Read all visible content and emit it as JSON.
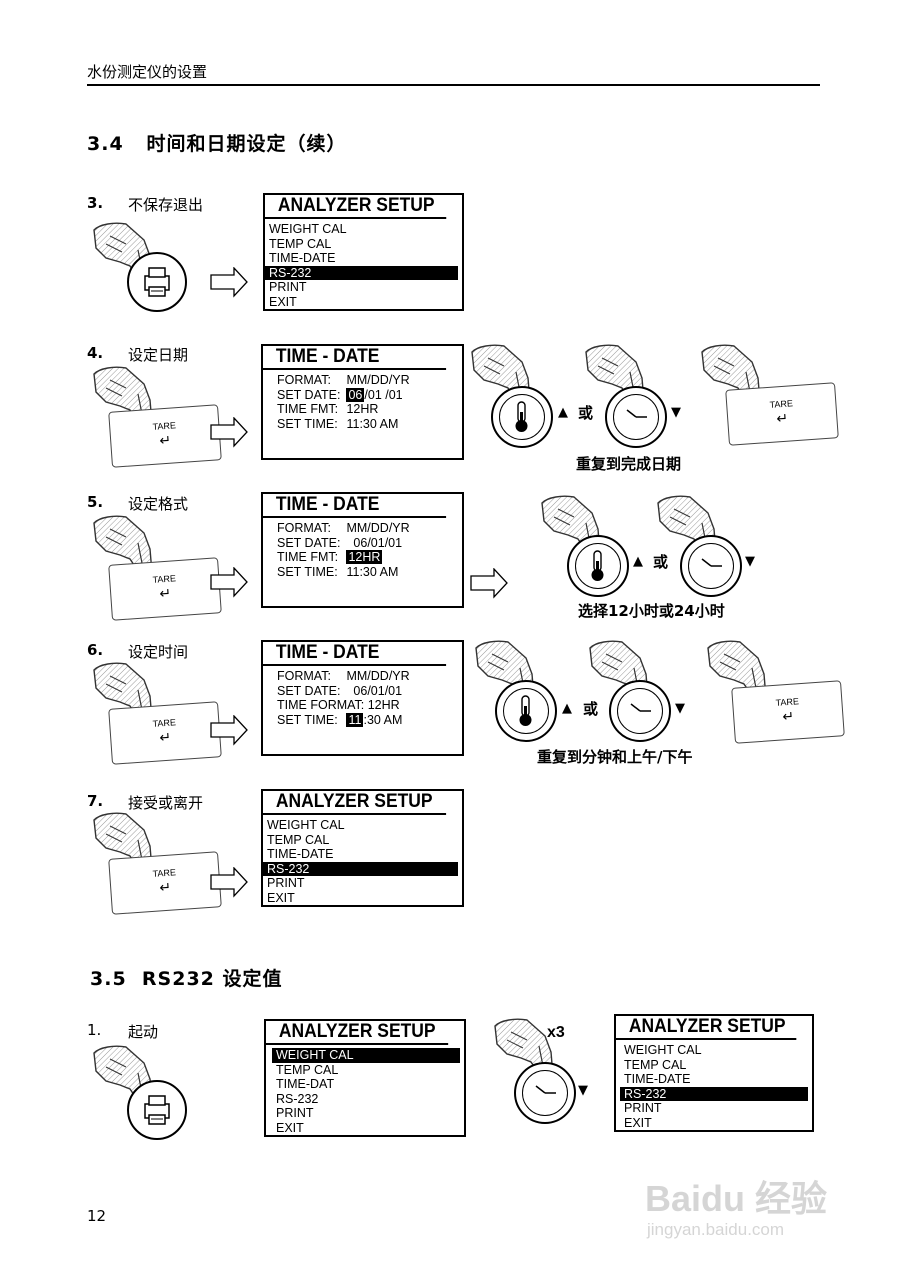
{
  "header": {
    "title": "水份测定仪的设置"
  },
  "section_34": {
    "number": "3.4",
    "title": "时间和日期设定（续）"
  },
  "section_35": {
    "number": "3.5",
    "title": "RS232 设定值"
  },
  "tare_label": "TARE",
  "steps": [
    {
      "num": "3.",
      "label": "不保存退出"
    },
    {
      "num": "4.",
      "label": "设定日期"
    },
    {
      "num": "5.",
      "label": "设定格式"
    },
    {
      "num": "6.",
      "label": "设定时间"
    },
    {
      "num": "7.",
      "label": "接受或离开"
    },
    {
      "num": "1.",
      "label": "起动"
    }
  ],
  "analyzer_menu": {
    "title": "ANALYZER SETUP",
    "items": [
      "WEIGHT CAL",
      "TEMP CAL",
      "TIME-DATE",
      "RS-232",
      "PRINT",
      "EXIT"
    ],
    "selected": "RS-232"
  },
  "analyzer_menu_start": {
    "title": "ANALYZER SETUP",
    "items": [
      "WEIGHT CAL",
      "TEMP CAL",
      "TIME-DAT",
      "RS-232",
      "PRINT",
      "EXIT"
    ],
    "selected": "WEIGHT CAL"
  },
  "time_date_step4": {
    "title": "TIME - DATE",
    "format_label": "FORMAT:",
    "format_value": "MM/DD/YR",
    "setdate_label": "SET DATE:",
    "setdate_highlight": "06",
    "setdate_rest": "/01 /01",
    "timefmt_label": "TIME FMT:",
    "timefmt_value": "12HR",
    "settime_label": "SET TIME:",
    "settime_value": "11:30  AM"
  },
  "time_date_step5": {
    "title": "TIME - DATE",
    "format_label": "FORMAT:",
    "format_value": "MM/DD/YR",
    "setdate_label": "SET DATE:",
    "setdate_value": "06/01/01",
    "timefmt_label": "TIME FMT:",
    "timefmt_highlight": "12HR",
    "settime_label": "SET TIME:",
    "settime_value": "11:30  AM"
  },
  "time_date_step6": {
    "title": "TIME - DATE",
    "format_label": "FORMAT:",
    "format_value": "MM/DD/YR",
    "setdate_label": "SET DATE:",
    "setdate_value": "06/01/01",
    "timeformat_line": "TIME FORMAT: 12HR",
    "settime_label": "SET TIME:",
    "settime_highlight": "11",
    "settime_rest": ":30 AM"
  },
  "connector_or": "或",
  "arrow_up": "▲",
  "arrow_down": "▼",
  "captions": {
    "step4": "重复到完成日期",
    "step5": "选择12小时或24小时",
    "step6": "重复到分钟和上午/下午"
  },
  "repeat_count": "x3",
  "page_number": "12",
  "watermark": {
    "brand": "Baidu 经验",
    "url": "jingyan.baidu.com"
  },
  "icons": {
    "hand": "pointing-hand-icon",
    "print": "printer-icon",
    "thermometer": "thermometer-icon",
    "clock": "clock-icon",
    "tare": "tare-key-icon",
    "next": "outline-arrow-right-icon"
  }
}
